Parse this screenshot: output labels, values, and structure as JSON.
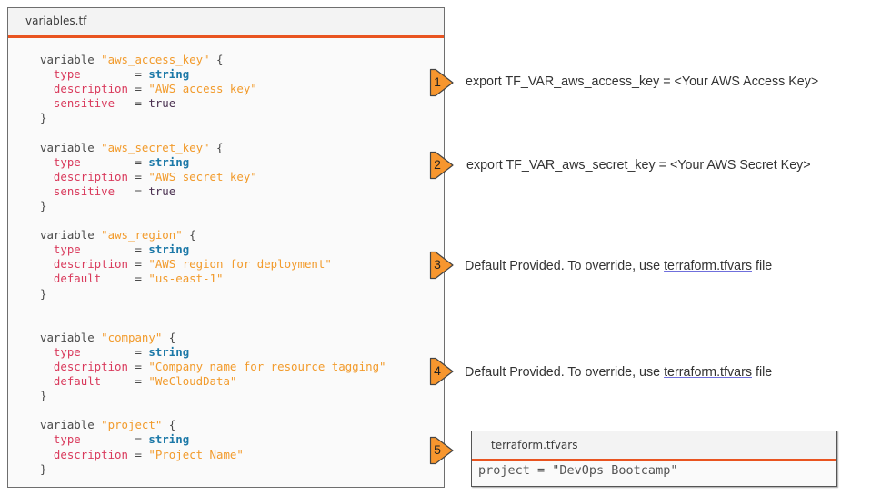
{
  "editor": {
    "filename": "variables.tf",
    "variables": [
      {
        "name": "\"aws_access_key\"",
        "attributes": [
          {
            "key": "type",
            "pad": "        ",
            "value": "string",
            "kind": "type"
          },
          {
            "key": "description",
            "pad": " ",
            "value": "\"AWS access key\"",
            "kind": "str"
          },
          {
            "key": "sensitive",
            "pad": "   ",
            "value": "true",
            "kind": "bool"
          }
        ]
      },
      {
        "name": "\"aws_secret_key\"",
        "attributes": [
          {
            "key": "type",
            "pad": "        ",
            "value": "string",
            "kind": "type"
          },
          {
            "key": "description",
            "pad": " ",
            "value": "\"AWS secret key\"",
            "kind": "str"
          },
          {
            "key": "sensitive",
            "pad": "   ",
            "value": "true",
            "kind": "bool"
          }
        ]
      },
      {
        "name": "\"aws_region\"",
        "attributes": [
          {
            "key": "type",
            "pad": "        ",
            "value": "string",
            "kind": "type"
          },
          {
            "key": "description",
            "pad": " ",
            "value": "\"AWS region for deployment\"",
            "kind": "str"
          },
          {
            "key": "default",
            "pad": "     ",
            "value": "\"us-east-1\"",
            "kind": "str"
          }
        ]
      },
      {
        "name": "\"company\"",
        "attributes": [
          {
            "key": "type",
            "pad": "        ",
            "value": "string",
            "kind": "type"
          },
          {
            "key": "description",
            "pad": " ",
            "value": "\"Company name for resource tagging\"",
            "kind": "str"
          },
          {
            "key": "default",
            "pad": "     ",
            "value": "\"WeCloudData\"",
            "kind": "str"
          }
        ]
      },
      {
        "name": "\"project\"",
        "attributes": [
          {
            "key": "type",
            "pad": "        ",
            "value": "string",
            "kind": "type"
          },
          {
            "key": "description",
            "pad": " ",
            "value": "\"Project Name\"",
            "kind": "str"
          }
        ]
      }
    ],
    "keyword": "variable",
    "open_brace": "{",
    "close_brace": "}",
    "equals": "="
  },
  "annotations": [
    {
      "number": "1",
      "text": "export TF_VAR_aws_access_key = <Your AWS Access Key>"
    },
    {
      "number": "2",
      "text": "export TF_VAR_aws_secret_key = <Your AWS Secret Key>"
    },
    {
      "number": "3",
      "prefix": "Default Provided. To override, use ",
      "link": "terraform.tfvars",
      "suffix": " file"
    },
    {
      "number": "4",
      "prefix": "Default Provided. To override, use ",
      "link": "terraform.tfvars",
      "suffix": " file"
    },
    {
      "number": "5"
    }
  ],
  "tfvars": {
    "filename": "terraform.tfvars",
    "line": "project = \"DevOps Bootcamp\""
  },
  "colors": {
    "accent": "#e95420",
    "marker_fill": "#f7962e",
    "string": "#f29b2c",
    "attribute_key": "#d93a5c",
    "type_keyword": "#1d79a8"
  }
}
